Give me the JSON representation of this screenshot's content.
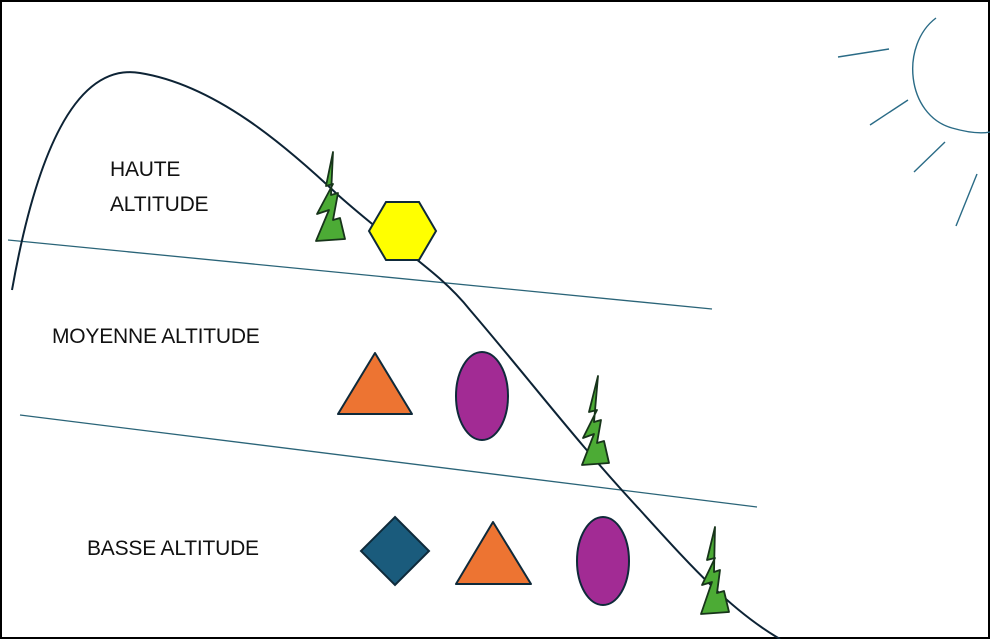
{
  "zones": {
    "high": {
      "line1": "HAUTE",
      "line2": "ALTITUDE"
    },
    "mid": {
      "label": "MOYENNE ALTITUDE"
    },
    "low": {
      "label": "BASSE ALTITUDE"
    }
  },
  "colors": {
    "outline": "#0f2a3a",
    "mountain": "#0d2335",
    "zone_line": "#2a6478",
    "sun": "#2a6b86",
    "tree_fill": "#4cab35",
    "tree_stroke": "#17341a",
    "hexagon_fill": "#ffff00",
    "triangle_fill": "#ed7432",
    "ellipse_fill": "#a22b94",
    "diamond_fill": "#1a5b7c"
  },
  "icons": {
    "sun": "sun-icon",
    "tree": "pine-tree-icon",
    "hexagon": "yellow-hexagon",
    "triangle": "orange-triangle",
    "ellipse": "purple-ellipse",
    "diamond": "blue-diamond"
  }
}
